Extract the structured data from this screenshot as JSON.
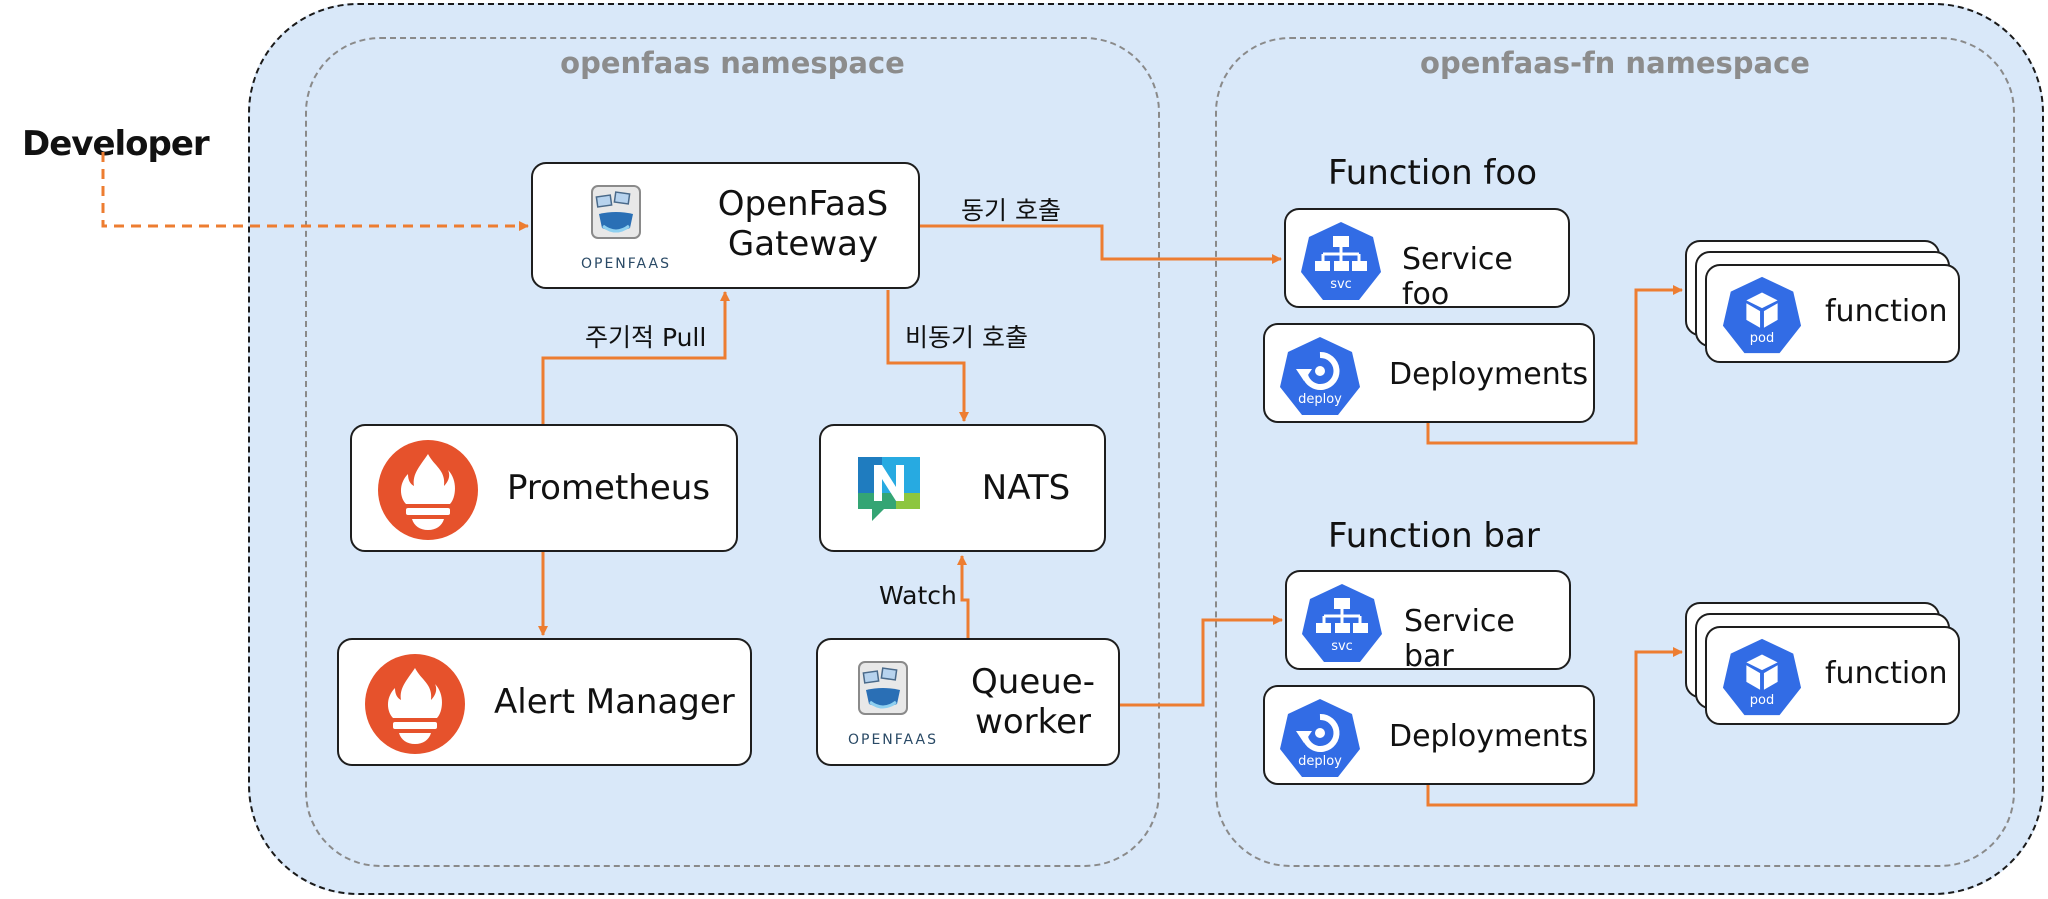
{
  "developer": "Developer",
  "namespaces": {
    "openfaas": "openfaas namespace",
    "openfaas_fn": "openfaas-fn namespace"
  },
  "components": {
    "gateway": "OpenFaaS\nGateway",
    "prometheus": "Prometheus",
    "alert_manager": "Alert Manager",
    "nats": "NATS",
    "queue_worker": "Queue-\nworker"
  },
  "logos": {
    "openfaas_text": "OPENFAAS",
    "svc": "svc",
    "deploy": "deploy",
    "pod": "pod"
  },
  "edge_labels": {
    "sync": "동기 호출",
    "async": "비동기 호출",
    "pull": "주기적 Pull",
    "watch": "Watch"
  },
  "functions": [
    {
      "title": "Function foo",
      "service": "Service foo",
      "deployments": "Deployments",
      "pod": "function"
    },
    {
      "title": "Function bar",
      "service": "Service bar",
      "deployments": "Deployments",
      "pod": "function"
    }
  ],
  "colors": {
    "arrow": "#ed7d31",
    "k8s_blue": "#326ce5",
    "prometheus": "#e6522c",
    "namespace_bg": "#d9e8f9",
    "namespace_label": "#8c8c8c"
  },
  "icons": [
    "openfaas-logo",
    "prometheus-icon",
    "nats-icon",
    "k8s-svc-icon",
    "k8s-deploy-icon",
    "k8s-pod-icon"
  ]
}
